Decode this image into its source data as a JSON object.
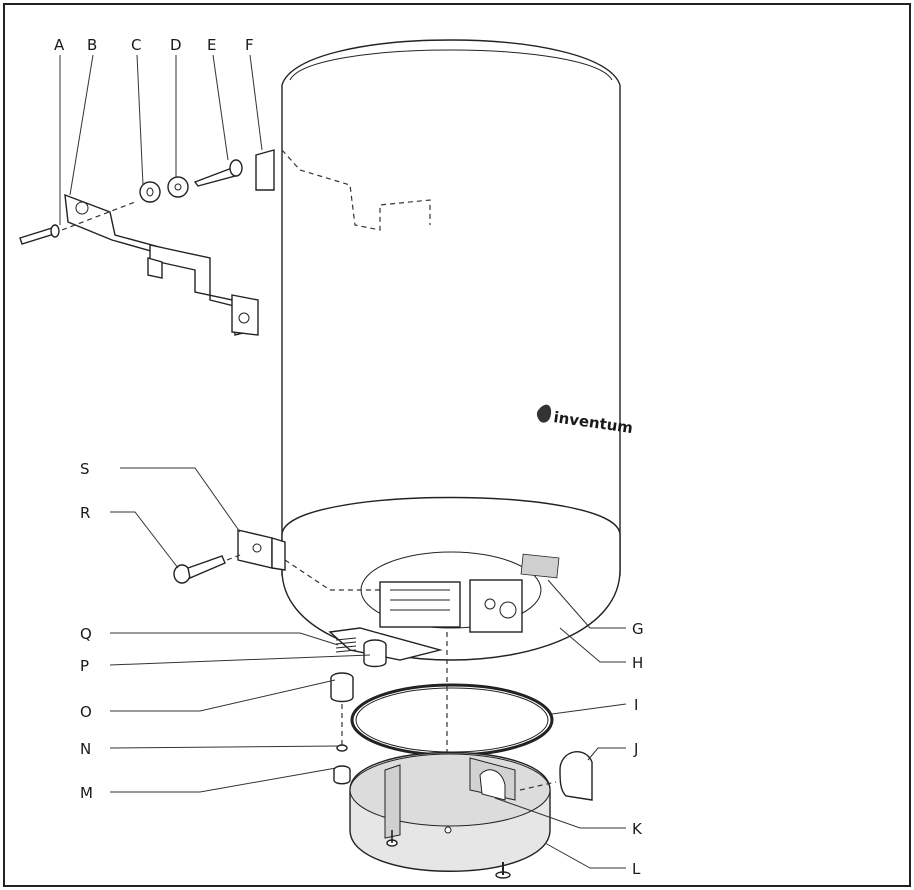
{
  "labels": {
    "A": "A",
    "B": "B",
    "C": "C",
    "D": "D",
    "E": "E",
    "F": "F",
    "G": "G",
    "H": "H",
    "I": "I",
    "J": "J",
    "K": "K",
    "L": "L",
    "M": "M",
    "N": "N",
    "O": "O",
    "P": "P",
    "Q": "Q",
    "R": "R",
    "S": "S"
  },
  "brand": {
    "text": "inventum"
  },
  "colors": {
    "line": "#222222",
    "cover": "#e6e6e6",
    "frame": "#222222"
  }
}
